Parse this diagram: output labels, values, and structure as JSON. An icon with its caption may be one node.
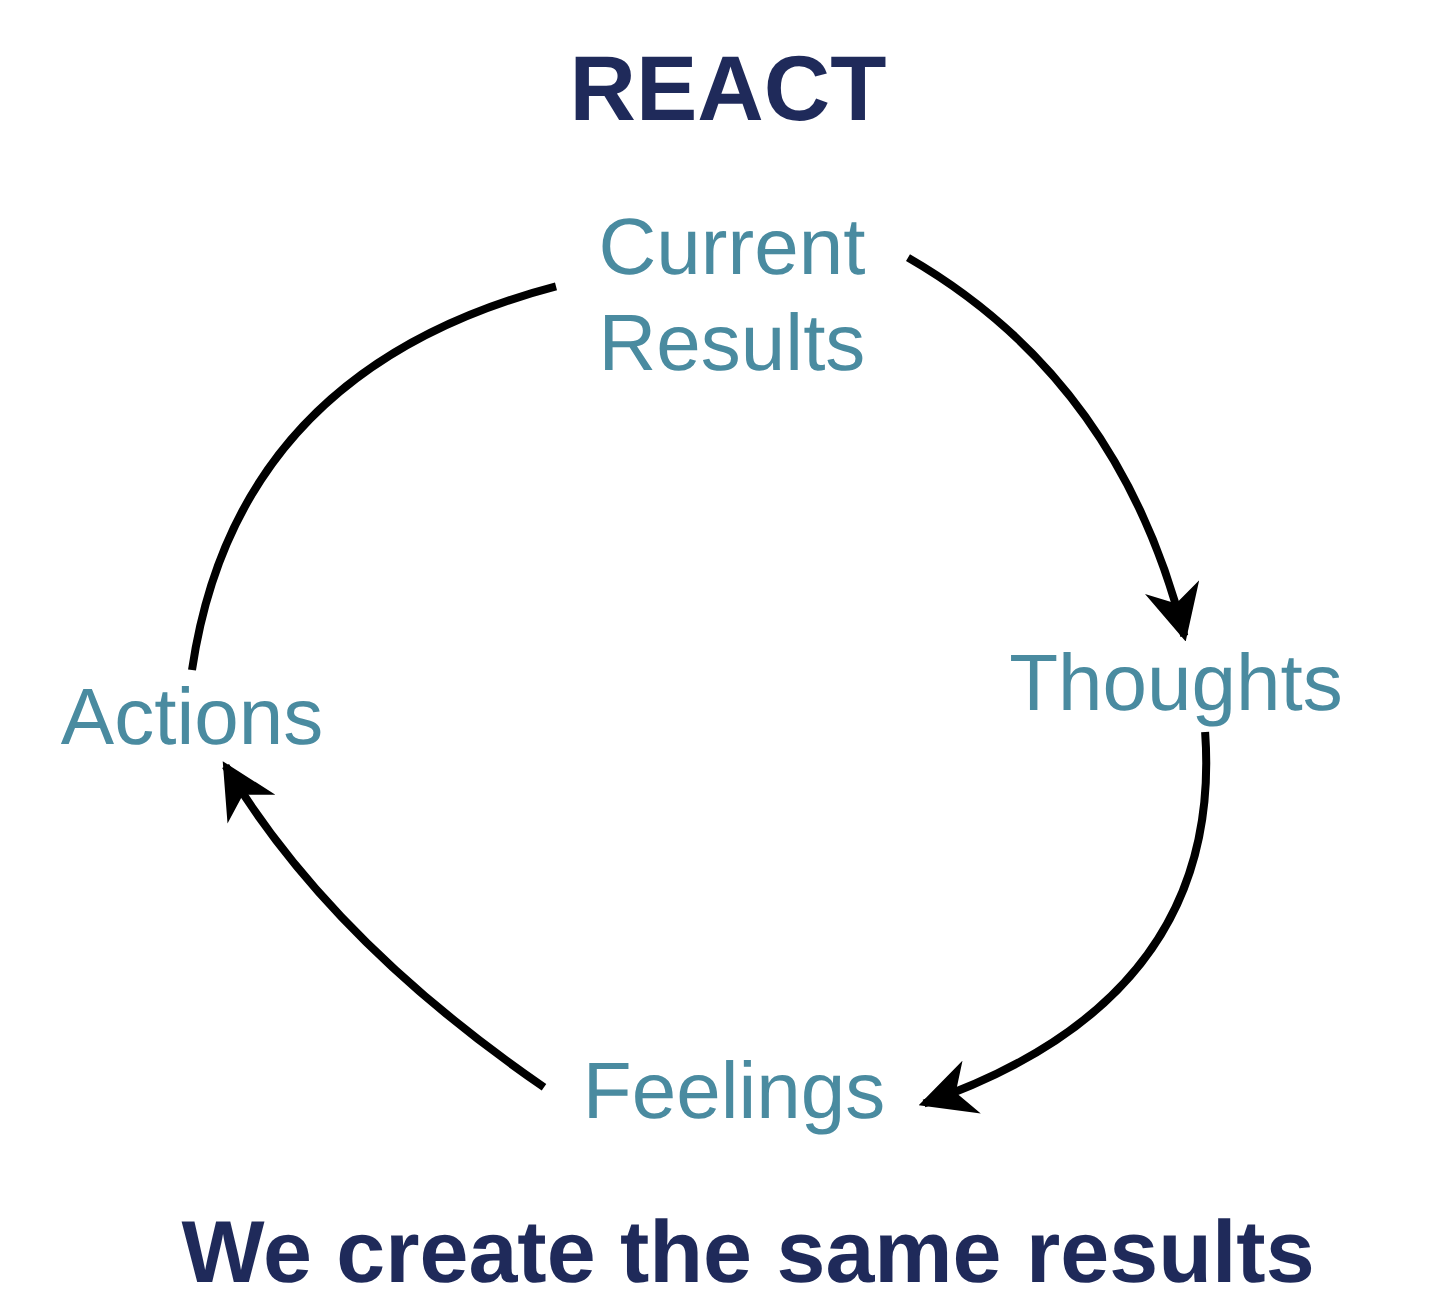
{
  "diagram": {
    "title": "REACT",
    "caption": "We create the same results",
    "nodes": [
      {
        "text": [
          "Current Results"
        ]
      },
      {
        "text": [
          "Thoughts"
        ]
      },
      {
        "text": [
          "Feelings"
        ]
      },
      {
        "text": [
          "Actions"
        ]
      }
    ],
    "edges": [
      {
        "from": 0,
        "to": 1,
        "arrow": "to"
      },
      {
        "from": 1,
        "to": 2,
        "arrow": "to"
      },
      {
        "from": 2,
        "to": 3,
        "arrow": "to"
      },
      {
        "from": 3,
        "to": 0,
        "arrow": "none"
      }
    ]
  }
}
